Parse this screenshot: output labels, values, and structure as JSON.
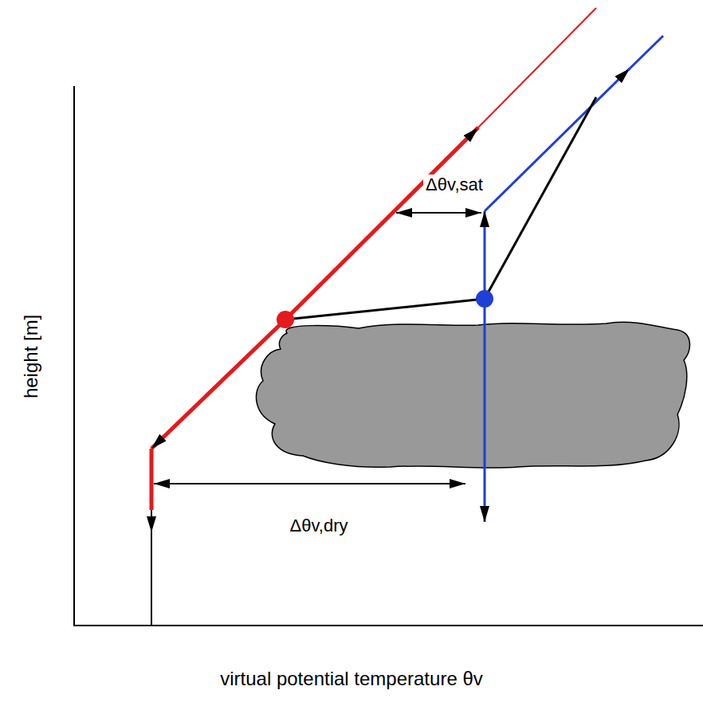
{
  "diagram": {
    "labels": [
      "Δθv,sat",
      "Δθv,dry",
      "height [m]",
      "virtual potential temperature θv"
    ]
  }
}
